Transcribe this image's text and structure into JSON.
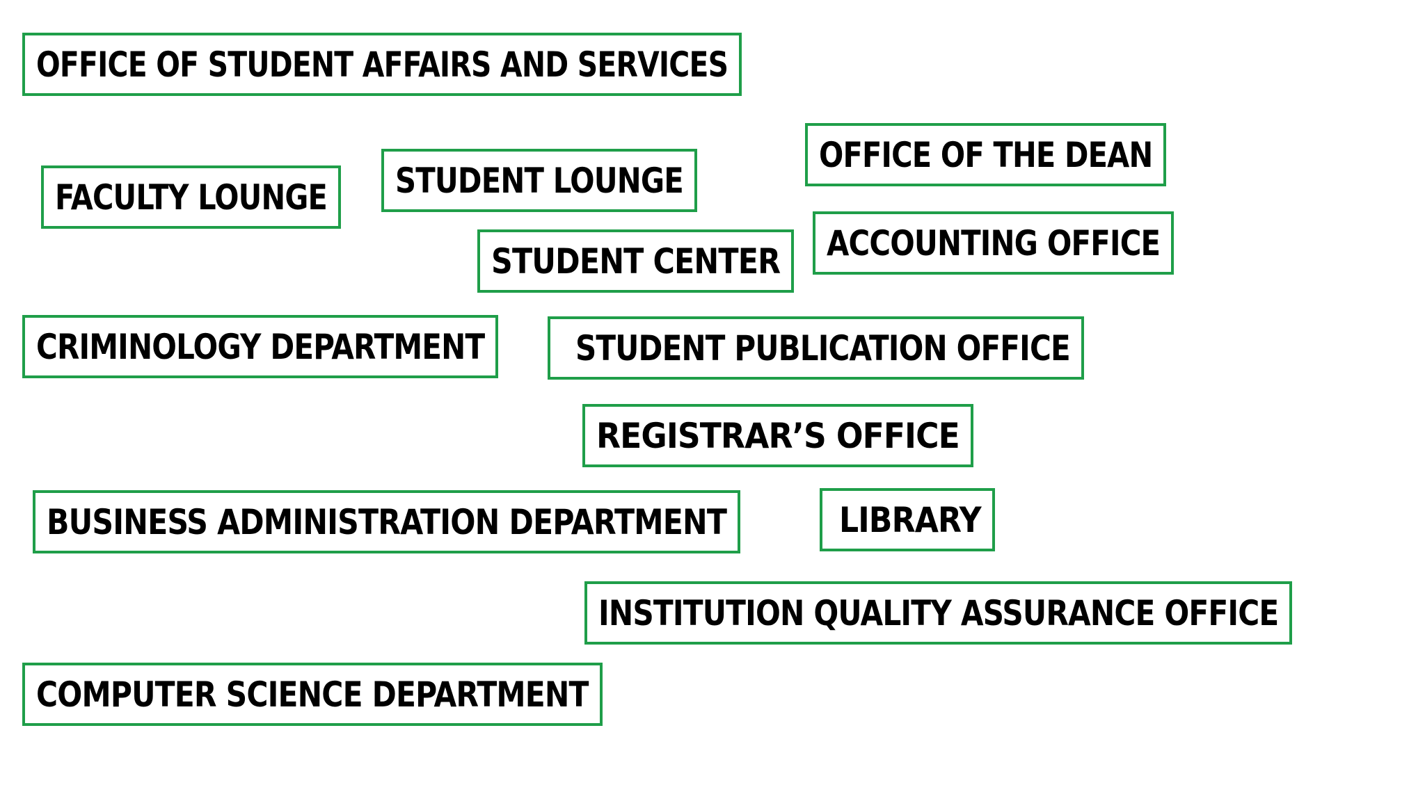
{
  "labels": {
    "osas": "OFFICE OF STUDENT AFFAIRS AND SERVICES",
    "faculty_lounge": "FACULTY LOUNGE",
    "student_lounge": "STUDENT LOUNGE",
    "office_of_the_dean": "OFFICE OF THE DEAN",
    "student_center": "STUDENT CENTER",
    "accounting_office": "ACCOUNTING OFFICE",
    "criminology_department": "CRIMINOLOGY DEPARTMENT",
    "student_publication_office": "STUDENT PUBLICATION OFFICE",
    "registrars_office": "REGISTRAR’S OFFICE",
    "business_administration_department": "BUSINESS ADMINISTRATION DEPARTMENT",
    "library": "LIBRARY",
    "institution_quality_assurance_office": "INSTITUTION QUALITY ASSURANCE OFFICE",
    "computer_science_department": "COMPUTER SCIENCE DEPARTMENT"
  },
  "colors": {
    "border": "#1f9e49",
    "text": "#000000",
    "background": "#ffffff"
  }
}
